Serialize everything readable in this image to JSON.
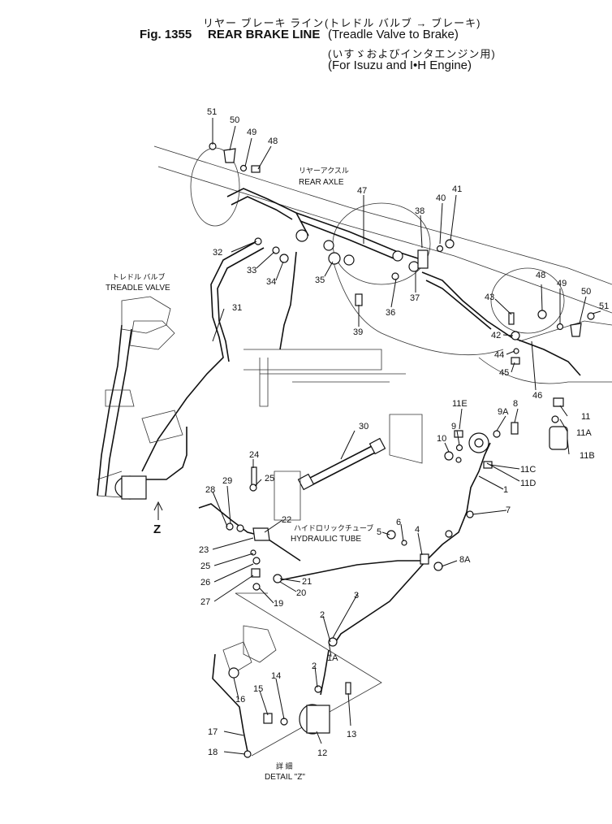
{
  "title": {
    "jp_line1": "リヤー ブレーキ ライン",
    "fig_number": "Fig. 1355",
    "en_line1": "REAR BRAKE LINE",
    "jp_paren1": "(トレドル バルブ → ブレーキ)",
    "en_paren1": "(Treadle Valve to Brake)",
    "jp_paren2": "(いすゞおよびインタエンジン用)",
    "en_paren2": "(For Isuzu and I•H Engine)"
  },
  "labels": {
    "rear_axle_jp": "リヤーアクスル",
    "rear_axle_en": "REAR AXLE",
    "treadle_valve_jp": "トレドル バルブ",
    "treadle_valve_en": "TREADLE VALVE",
    "hydraulic_tube_jp": "ハイドロリックチューブ",
    "hydraulic_tube_en": "HYDRAULIC TUBE",
    "detail_jp": "詳 細",
    "detail_en": "DETAIL \"Z\"",
    "view_arrow": "Z"
  },
  "callouts": {
    "c51a": "51",
    "c50a": "50",
    "c49a": "49",
    "c48a": "48",
    "c47": "47",
    "c38": "38",
    "c40": "40",
    "c41": "41",
    "c32": "32",
    "c33": "33",
    "c34": "34",
    "c35": "35",
    "c36": "36",
    "c37": "37",
    "c39": "39",
    "c48b": "48",
    "c49b": "49",
    "c50b": "50",
    "c51b": "51",
    "c43": "43",
    "c42": "42",
    "c44": "44",
    "c45": "45",
    "c46": "46",
    "c31": "31",
    "c30": "30",
    "c11E": "11E",
    "c9A": "9A",
    "c8": "8",
    "c11": "11",
    "c11A": "11A",
    "c11B": "11B",
    "c9": "9",
    "c10": "10",
    "c11C": "11C",
    "c11D": "11D",
    "c1": "1",
    "c7": "7",
    "c24": "24",
    "c25a": "25",
    "c29": "29",
    "c28": "28",
    "c22": "22",
    "c23": "23",
    "c25b": "25",
    "c26": "26",
    "c27": "27",
    "c21": "21",
    "c20": "20",
    "c19": "19",
    "c5": "5",
    "c6": "6",
    "c4": "4",
    "c8A": "8A",
    "c3": "3",
    "c2a": "2",
    "c1A": "1A",
    "c2b": "2",
    "c14": "14",
    "c15": "15",
    "c16": "16",
    "c13": "13",
    "c12": "12",
    "c17": "17",
    "c18": "18"
  }
}
